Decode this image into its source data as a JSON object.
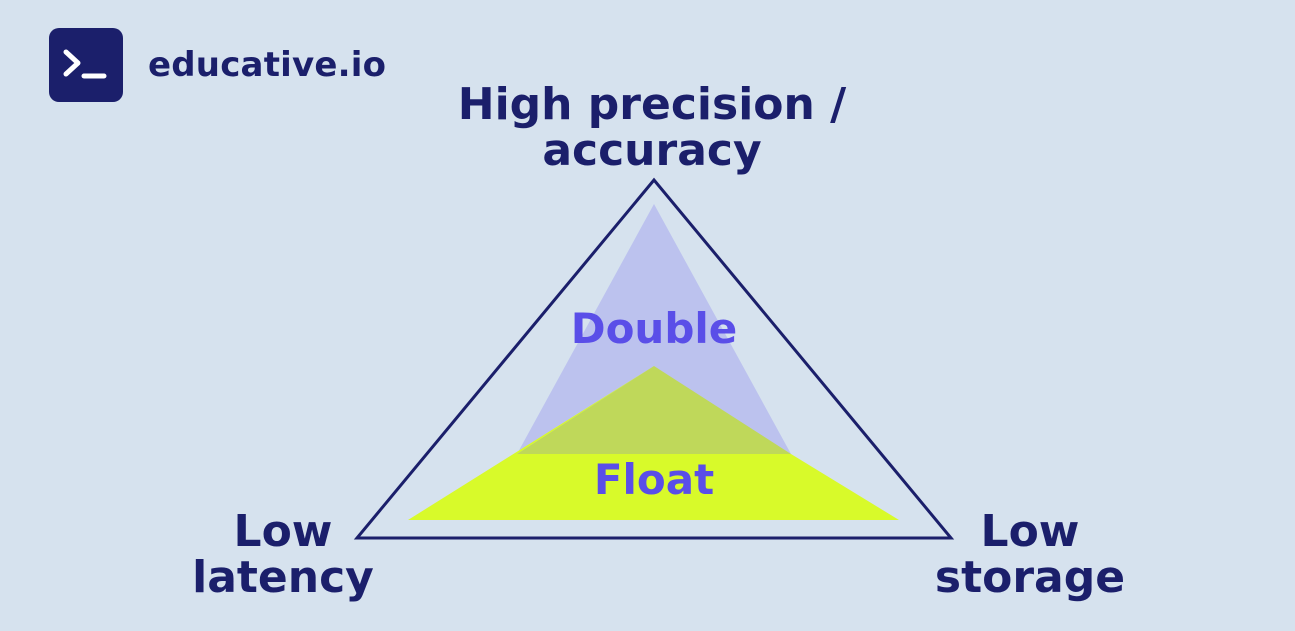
{
  "brand": {
    "name": "educative.io",
    "logo_icon": "terminal-prompt-icon",
    "logo_color": "#1b1f6b"
  },
  "diagram": {
    "top_label_line1": "High precision /",
    "top_label_line2": "accuracy",
    "left_label_line1": "Low",
    "left_label_line2": "latency",
    "right_label_line1": "Low",
    "right_label_line2": "storage",
    "double_label": "Double",
    "float_label": "Float"
  },
  "colors": {
    "background": "#d6e2ee",
    "outline": "#1b1f6b",
    "double_fill": "#bcc2ee",
    "float_fill": "#d8fa2a",
    "overlap_fill": "#bfd85a",
    "zone_text": "#5a4ee8"
  }
}
